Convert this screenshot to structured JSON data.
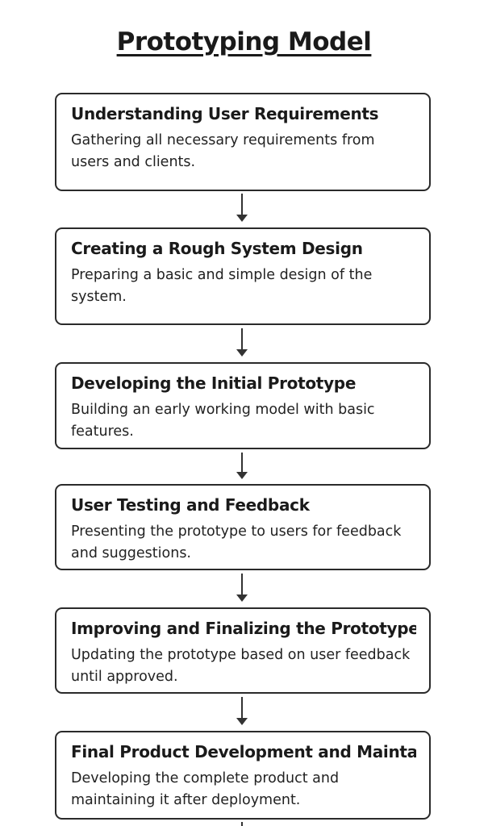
{
  "title": "Prototyping Model",
  "steps": [
    {
      "heading": "Understanding User Requirements",
      "text": "Gathering all necessary requirements from users and clients."
    },
    {
      "heading": "Creating a Rough System Design",
      "text": "Preparing a basic and simple design of the system."
    },
    {
      "heading": "Developing the Initial Prototype",
      "text": "Building an early working model with basic features."
    },
    {
      "heading": "User Testing and Feedback",
      "text": "Presenting the prototype to users for feedback and suggestions."
    },
    {
      "heading": "Improving and Finalizing the Prototype",
      "text": "Updating the prototype based on user feedback until approved."
    },
    {
      "heading": "Final Product Development and Mainta-",
      "text": "Developing the complete product and maintaining it after deployment."
    }
  ]
}
